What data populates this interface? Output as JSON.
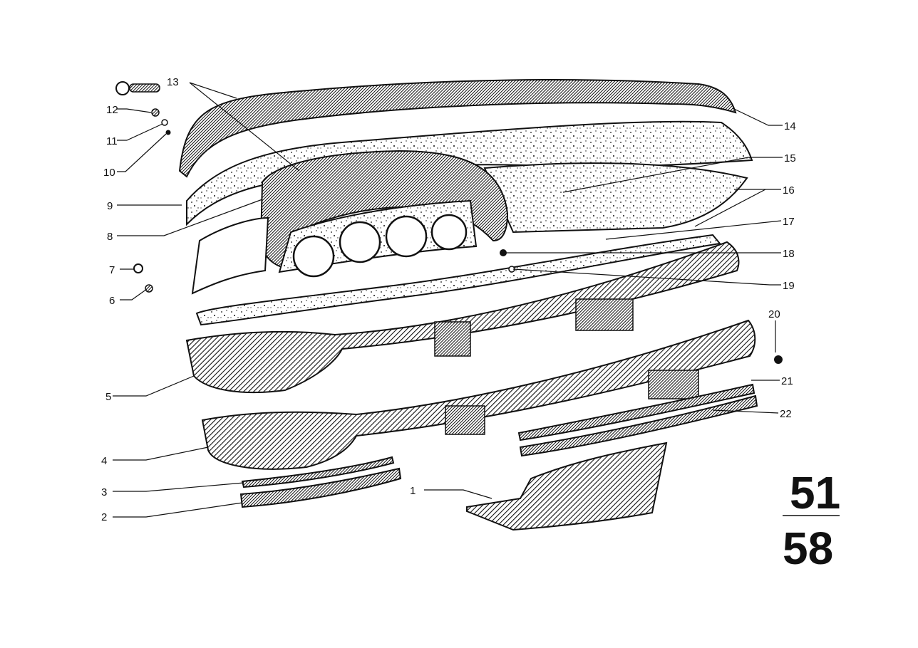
{
  "callouts": {
    "p1": "1",
    "p2": "2",
    "p3": "3",
    "p4": "4",
    "p5": "5",
    "p6": "6",
    "p7": "7",
    "p8": "8",
    "p9": "9",
    "p10": "10",
    "p11": "11",
    "p12": "12",
    "p13": "13",
    "p14": "14",
    "p15": "15",
    "p16": "16",
    "p17": "17",
    "p18": "18",
    "p19": "19",
    "p20": "20",
    "p21": "21",
    "p22": "22"
  },
  "group_number": {
    "top": "51",
    "bottom": "58"
  },
  "colors": {
    "ink": "#111111",
    "paper": "#ffffff"
  },
  "icons": [
    "dashboard-pad-icon",
    "instrument-cluster-icon",
    "bumper-icon",
    "trim-strip-icon",
    "bracket-icon"
  ]
}
